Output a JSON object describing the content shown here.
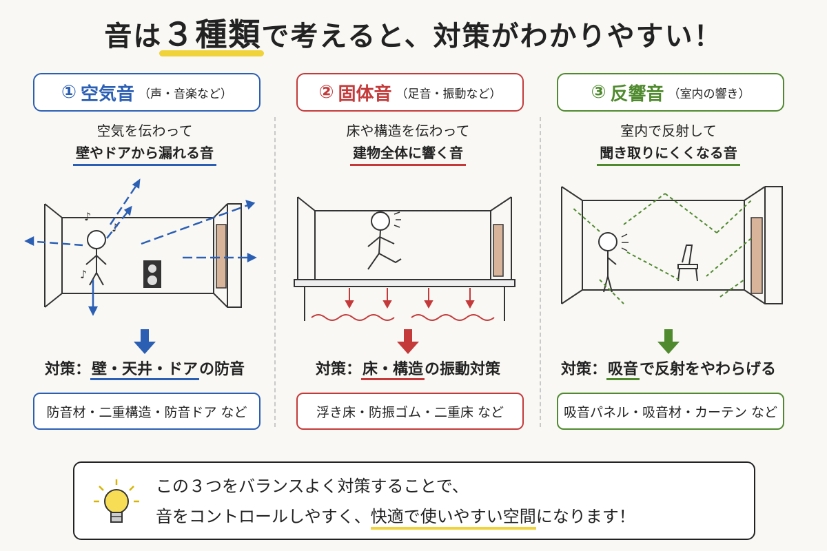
{
  "title": {
    "pre": "音は",
    "highlight": "３種類",
    "post": "で考えると、対策がわかりやすい！"
  },
  "columns": [
    {
      "num": "①",
      "name": "空気音",
      "sub": "（声・音楽など）",
      "desc_line1": "空気を伝わって",
      "desc_line2": "壁やドアから漏れる音",
      "measure_prefix": "対策：",
      "measure_target": "壁・天井・ドア",
      "measure_suffix": "の防音",
      "examples": "防音材・二重構造・防音ドア など",
      "color": "#2b5fb4"
    },
    {
      "num": "②",
      "name": "固体音",
      "sub": "（足音・振動など）",
      "desc_line1": "床や構造を伝わって",
      "desc_line2": "建物全体に響く音",
      "measure_prefix": "対策：",
      "measure_target": "床・構造",
      "measure_suffix": "の振動対策",
      "examples": "浮き床・防振ゴム・二重床 など",
      "color": "#c43a3a"
    },
    {
      "num": "③",
      "name": "反響音",
      "sub": "（室内の響き）",
      "desc_line1": "室内で反射して",
      "desc_line2": "聞き取りにくくなる音",
      "measure_prefix": "対策：",
      "measure_target": "吸音",
      "measure_suffix": "で反射をやわらげる",
      "examples": "吸音パネル・吸音材・カーテン など",
      "color": "#4f8a2e"
    }
  ],
  "summary": {
    "line1": "この３つをバランスよく対策することで、",
    "line2_pre": "音をコントロールしやすく、",
    "line2_highlight": "快適で使いやすい空間",
    "line2_post": "になります！"
  },
  "icons": [
    "music-note-icon",
    "speaker-icon",
    "door-icon",
    "chair-icon",
    "lightbulb-icon",
    "arrow-down-icon"
  ]
}
